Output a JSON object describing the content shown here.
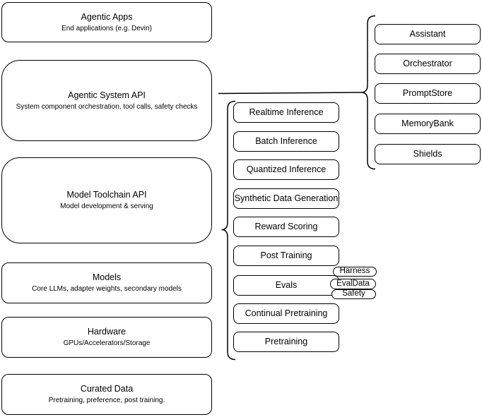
{
  "diagram": {
    "left_stack": [
      {
        "title": "Agentic Apps",
        "subtitle": "End applications (e.g. Devin)"
      },
      {
        "title": "Agentic System API",
        "subtitle": "System component orchestration, tool calls, safety checks"
      },
      {
        "title": "Model Toolchain API",
        "subtitle": "Model development & serving"
      },
      {
        "title": "Models",
        "subtitle": "Core LLMs, adapter weights, secondary models"
      },
      {
        "title": "Hardware",
        "subtitle": "GPUs/Accelerators/Storage"
      },
      {
        "title": "Curated Data",
        "subtitle": "Pretraining, preference, post training."
      }
    ],
    "toolchain_components": [
      "Realtime Inference",
      "Batch Inference",
      "Quantized Inference",
      "Synthetic Data Generation",
      "Reward Scoring",
      "Post Training",
      "Evals",
      "Continual Pretraining",
      "Pretraining"
    ],
    "evals_tags": [
      "Harness",
      "EvalData",
      "Safety"
    ],
    "system_components": [
      "Assistant",
      "Orchestrator",
      "PromptStore",
      "MemoryBank",
      "Shields"
    ],
    "colors": {
      "stroke": "#000000",
      "background": "#ffffff",
      "text": "#000000"
    }
  }
}
